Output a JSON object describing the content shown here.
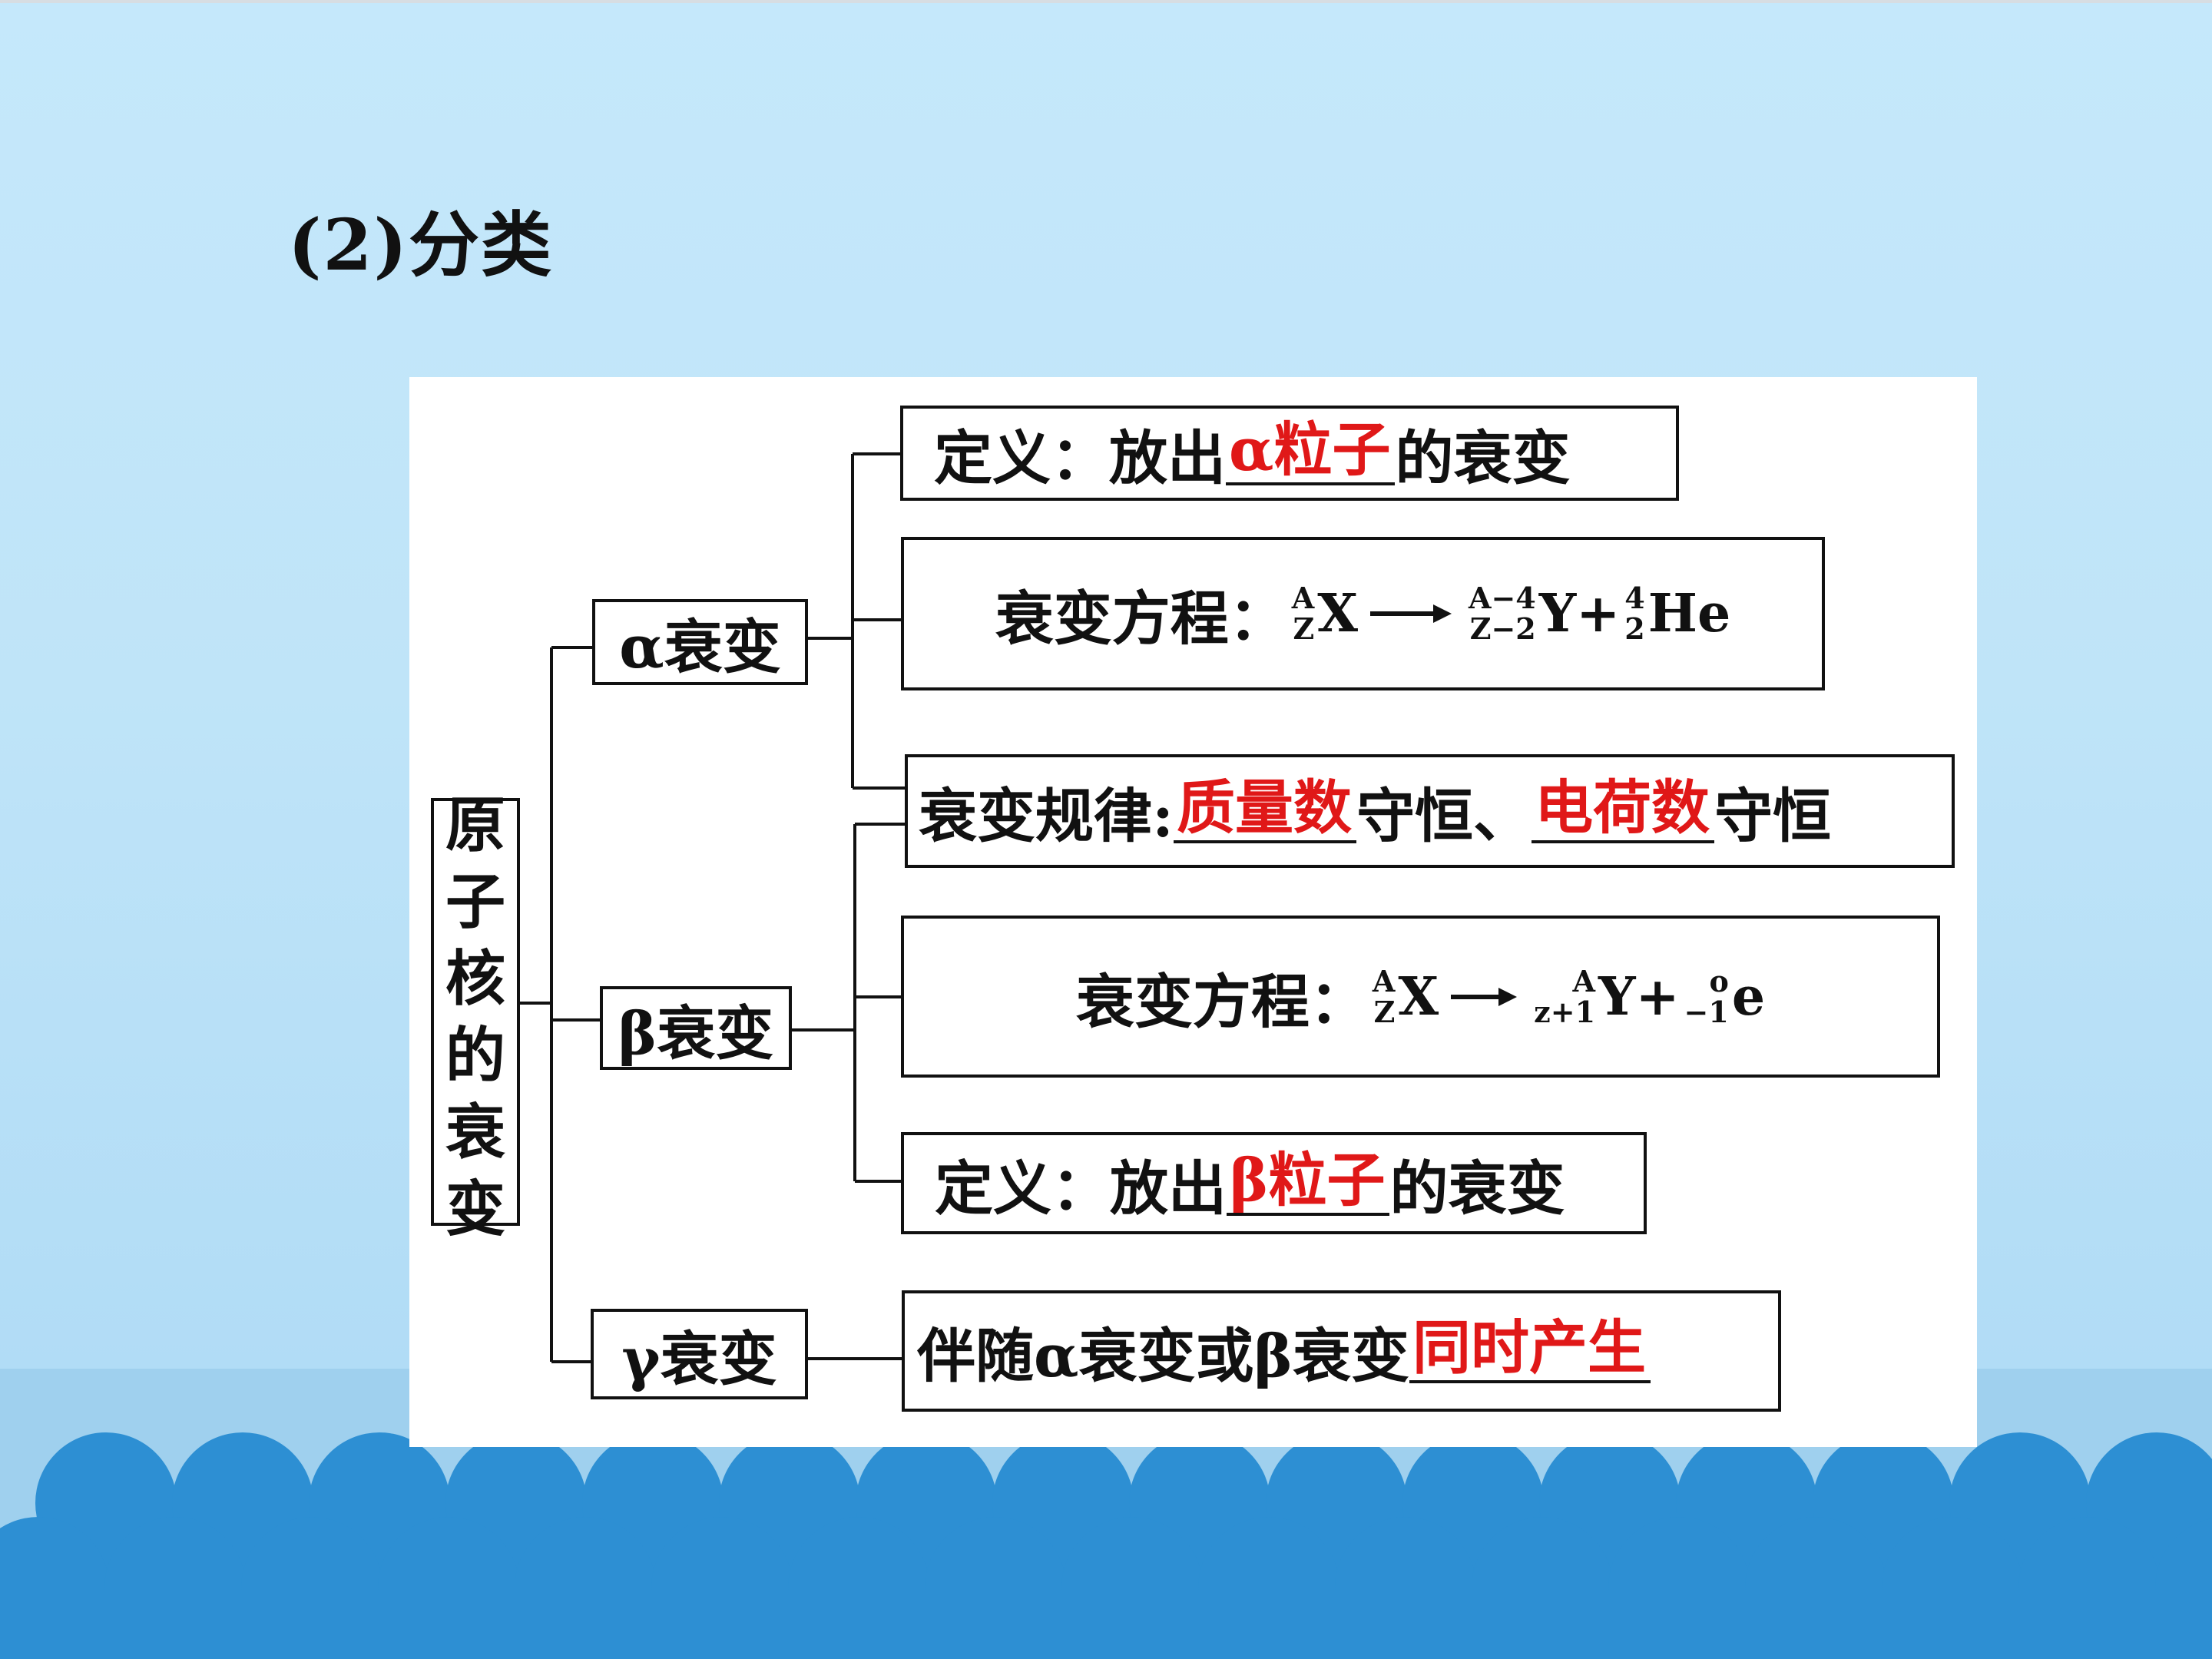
{
  "title": "(2)分类",
  "root": {
    "label": "原子核的衰变",
    "chars": [
      "原",
      "子",
      "核",
      "的",
      "衰",
      "变"
    ]
  },
  "branches": {
    "alpha": {
      "label": "α衰变",
      "definition": {
        "prefix": "定义：放出",
        "answer": "α粒子",
        "suffix": "的衰变"
      },
      "equation": {
        "label": "衰变方程：",
        "parent": {
          "sup": "A",
          "sub": "Z",
          "symbol": "X"
        },
        "daughter": {
          "sup": "A−4",
          "sub": "Z−2",
          "symbol": "Y"
        },
        "plus": "+",
        "particle": {
          "sup": "4",
          "sub": "2",
          "symbol": "He"
        }
      }
    },
    "law": {
      "prefix": "衰变规律:",
      "answer1": "质量数",
      "mid": "守恒、",
      "answer2": "电荷数",
      "suffix": "守恒"
    },
    "beta": {
      "label": "β衰变",
      "equation": {
        "label": "衰变方程：",
        "parent": {
          "sup": "A",
          "sub": "Z",
          "symbol": "X"
        },
        "daughter": {
          "sup": "A",
          "sub": "z+1",
          "symbol": "Y"
        },
        "plus": "+",
        "particle": {
          "sup": "o",
          "sub": "−1",
          "symbol": "e"
        }
      },
      "definition": {
        "prefix": "定义：放出",
        "answer": "β粒子",
        "suffix": "的衰变"
      }
    },
    "gamma": {
      "label": "γ衰变",
      "description": {
        "prefix": "伴随α衰变或β衰变",
        "answer": "同时产生"
      }
    }
  },
  "colors": {
    "answer": "#e01818",
    "background": "#c5e8fb",
    "wave": "#2d8fd3",
    "panel": "#ffffff"
  }
}
